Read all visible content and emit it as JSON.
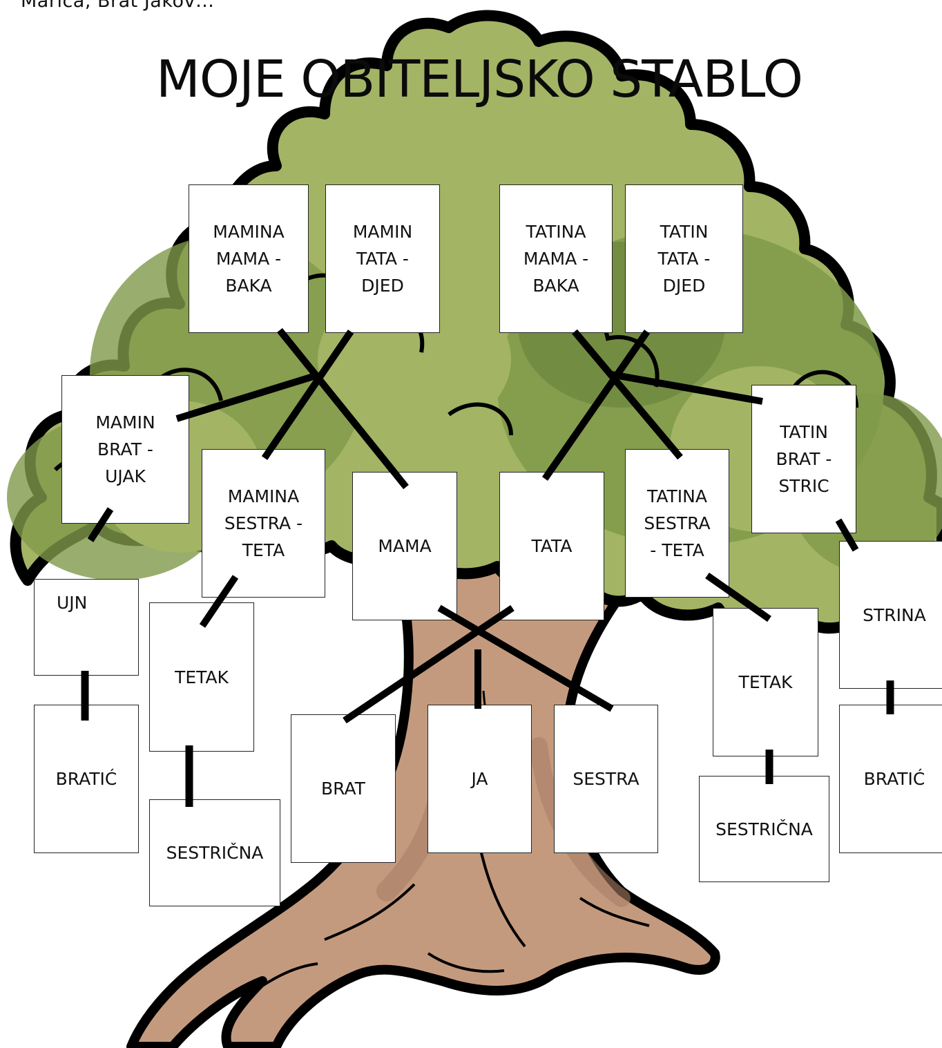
{
  "note": "Marica, Brat Jakov…",
  "title": "MOJE OBITELJSKO STABLO",
  "colors": {
    "canopy": "#a3b465",
    "canopy_shade": "#7f9a4a",
    "canopy_dark": "#5f7c35",
    "trunk": "#c49a7e",
    "trunk_shade": "#a97f66",
    "outline": "#000000",
    "box_fill": "#ffffff",
    "connector": "#000000"
  },
  "boxes": {
    "mamina_mama": "MAMINA\nMAMA -\nBAKA",
    "mamin_tata": "MAMIN\nTATA -\nDJED",
    "tatina_mama": "TATINA\nMAMA -\nBAKA",
    "tatin_tata": "TATIN\nTATA -\nDJED",
    "mamin_brat": "MAMIN\nBRAT -\nUJAK",
    "mamina_sestra": "MAMINA\nSESTRA -\nTETA",
    "mama": "MAMA",
    "tata": "TATA",
    "tatina_sestra": "TATINA\nSESTRA\n- TETA",
    "tatin_brat": "TATIN\nBRAT -\nSTRIC",
    "ujna": "UJN",
    "tetak_left": "TETAK",
    "brat": "BRAT",
    "ja": "JA",
    "sestra": "SESTRA",
    "tetak_right": "TETAK",
    "strina": "STRINA",
    "bratic_left": "BRATIĆ",
    "sestricna_left": "SESTRIČNA",
    "sestricna_right": "SESTRIČNA",
    "bratic_right": "BRATIĆ"
  }
}
